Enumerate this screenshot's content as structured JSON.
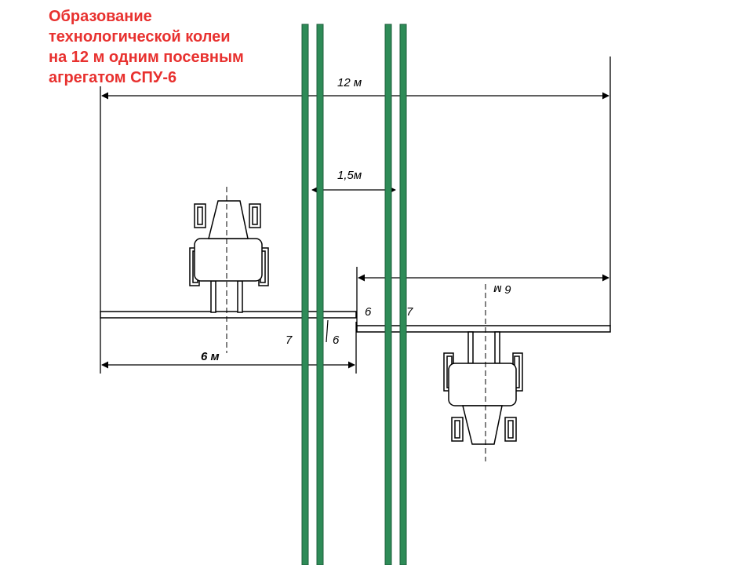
{
  "title": {
    "lines": [
      "Образование",
      "технологической колеи",
      "на 12 м одним посевным",
      "агрегатом СПУ-6"
    ]
  },
  "colors": {
    "title": "#e8312f",
    "track": "#2e8b57",
    "line": "#000000",
    "fill": "#ffffff"
  },
  "dimensions": {
    "total_width": "12 м",
    "track_gap": "1,5м",
    "right_pass_width": "6 м",
    "left_pass_width": "6 м"
  },
  "markers": {
    "left_pass_7": "7",
    "left_pass_6": "6",
    "right_pass_6": "6",
    "right_pass_7": "7"
  }
}
